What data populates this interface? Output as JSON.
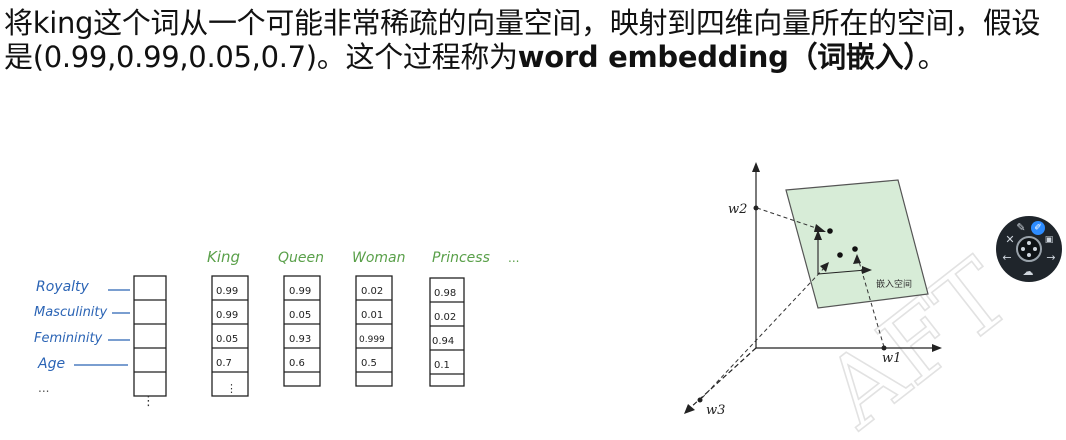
{
  "paragraph": {
    "part1": "将king这个词从一个可能非常稀疏的向量空间，映射到四维向量所在的空间，假设是(0.99,0.99,0.05,0.7)。这个过程称为",
    "bold": "word embedding（词嵌入）",
    "end": "。"
  },
  "left_figure": {
    "features": [
      "Royalty",
      "Masculinity",
      "Femininity",
      "Age",
      "..."
    ],
    "words": [
      {
        "name": "King",
        "values": [
          "0.99",
          "0.99",
          "0.05",
          "0.7"
        ]
      },
      {
        "name": "Queen",
        "values": [
          "0.99",
          "0.05",
          "0.93",
          "0.6"
        ]
      },
      {
        "name": "Woman",
        "values": [
          "0.02",
          "0.01",
          "0.999",
          "0.5"
        ]
      },
      {
        "name": "Princess",
        "values": [
          "0.98",
          "0.02",
          "0.94",
          "0.1"
        ]
      }
    ],
    "more": "...",
    "dots": "⋮"
  },
  "right_figure": {
    "axis_w1": "w1",
    "axis_w2": "w2",
    "axis_w3": "w3",
    "plane_label": "嵌入空间",
    "watermark": "AFT"
  },
  "colors": {
    "feature_text": "#2b64b5",
    "word_text": "#5aa04a",
    "plane_fill": "#d7ecd7",
    "plane_stroke": "#555555"
  },
  "toolbar": {
    "icons": [
      "close-icon",
      "pen-icon",
      "edit-icon",
      "video-icon",
      "arrow-left-icon",
      "arrow-right-icon",
      "cloud-icon"
    ]
  }
}
